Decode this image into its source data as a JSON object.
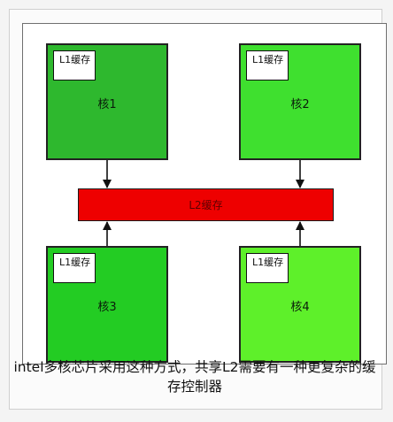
{
  "cores": [
    {
      "label": "核1",
      "l1_label": "L1缓存",
      "color": "#2eb82e"
    },
    {
      "label": "核2",
      "l1_label": "L1缓存",
      "color": "#3fe02f"
    },
    {
      "label": "核3",
      "l1_label": "L1缓存",
      "color": "#23cc23"
    },
    {
      "label": "核4",
      "l1_label": "L1缓存",
      "color": "#5ef02a"
    }
  ],
  "l2": {
    "label": "L2缓存",
    "color": "#ee0000"
  },
  "caption": "intel多核芯片采用这种方式，共享L2需要有一种更复杂的缓存控制器"
}
